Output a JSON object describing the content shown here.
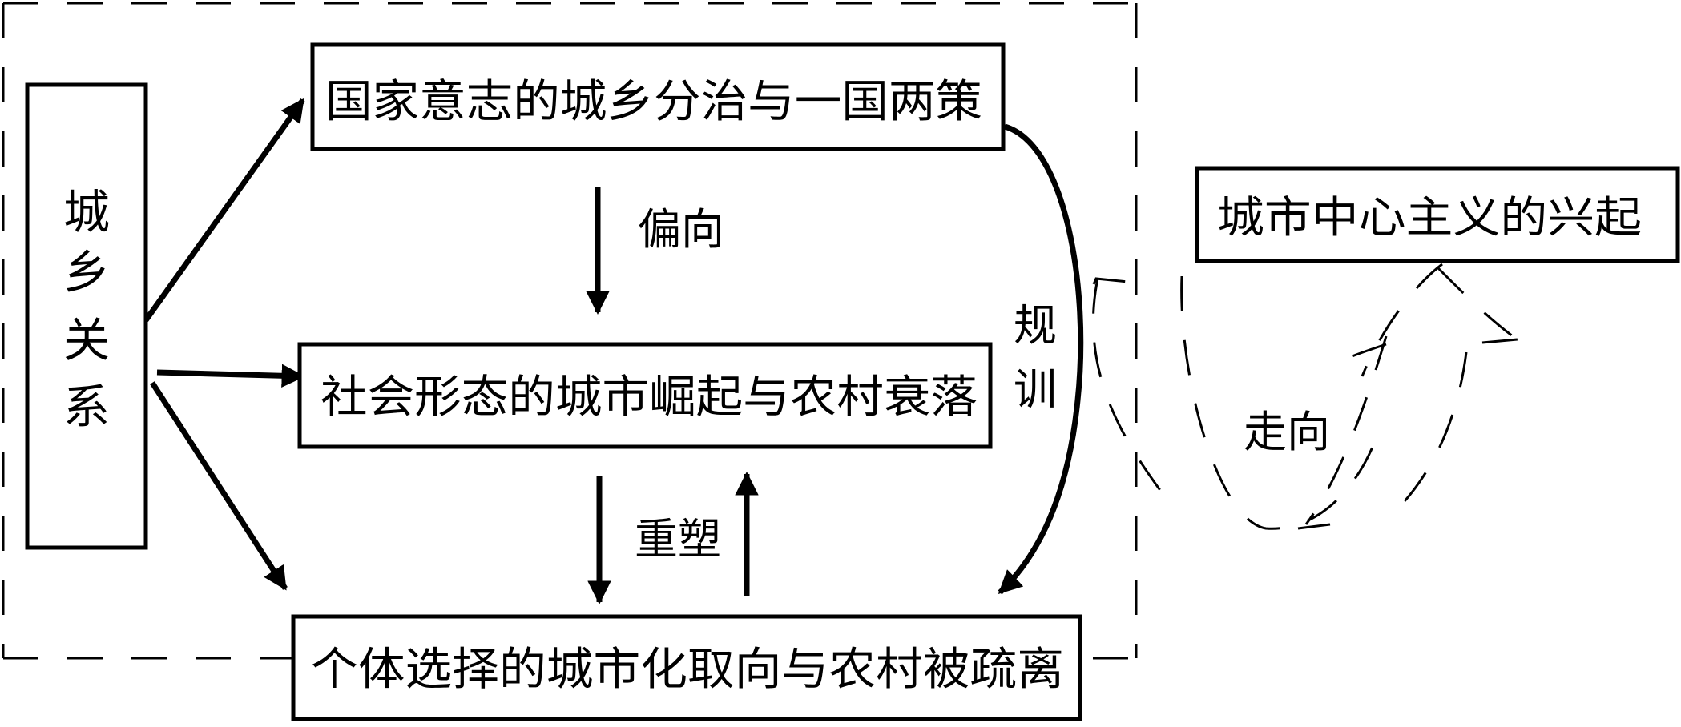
{
  "diagram": {
    "left_box": {
      "label": "城乡关系",
      "chars": [
        "城",
        "乡",
        "关",
        "系"
      ]
    },
    "top_box": "国家意志的城乡分治与一国两策",
    "middle_box": "社会形态的城市崛起与农村衰落",
    "bottom_box": "个体选择的城市化取向与农村被疏离",
    "right_box": "城市中心主义的兴起",
    "edge_labels": {
      "bias": "偏向",
      "reshape": "重塑",
      "discipline": {
        "text": "规训",
        "chars": [
          "规",
          "训"
        ]
      },
      "trend": "走向"
    }
  }
}
